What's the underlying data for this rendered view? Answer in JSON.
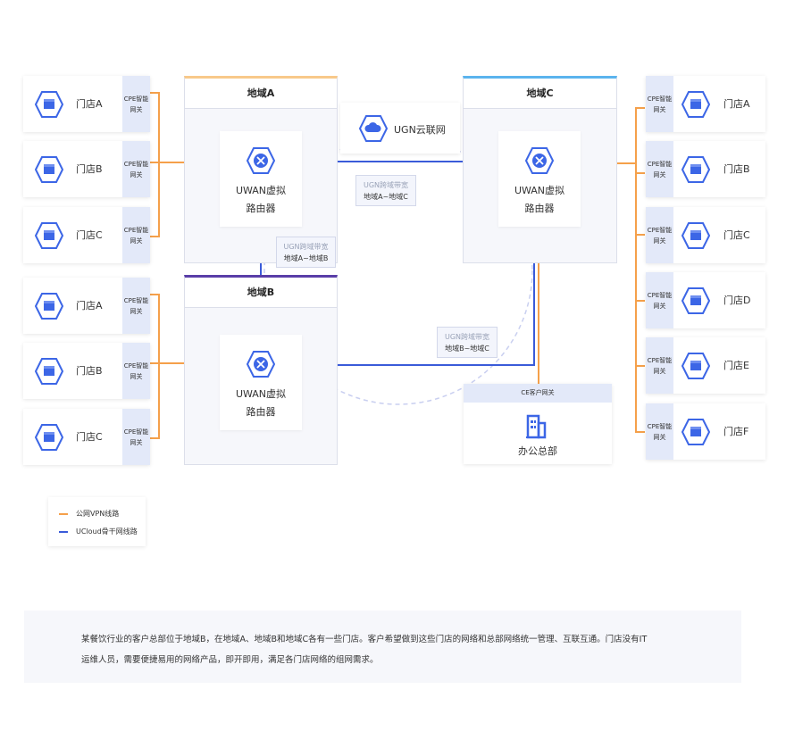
{
  "colors": {
    "public_vpn": "#f5a04a",
    "ucloud_backbone": "#3a5bd9",
    "accent_icon": "#3c66e6",
    "region_a_bar": "#f8c98a",
    "region_b_bar": "#5a3ea8",
    "region_c_bar": "#5bb4ee"
  },
  "stores_left": [
    {
      "name": "门店A",
      "cpe": "CPE智能\n网关"
    },
    {
      "name": "门店B",
      "cpe": "CPE智能\n网关"
    },
    {
      "name": "门店C",
      "cpe": "CPE智能\n网关"
    },
    {
      "name": "门店A",
      "cpe": "CPE智能\n网关"
    },
    {
      "name": "门店B",
      "cpe": "CPE智能\n网关"
    },
    {
      "name": "门店C",
      "cpe": "CPE智能\n网关"
    }
  ],
  "stores_right": [
    {
      "name": "门店A",
      "cpe": "CPE智能\n网关"
    },
    {
      "name": "门店B",
      "cpe": "CPE智能\n网关"
    },
    {
      "name": "门店C",
      "cpe": "CPE智能\n网关"
    },
    {
      "name": "门店D",
      "cpe": "CPE智能\n网关"
    },
    {
      "name": "门店E",
      "cpe": "CPE智能\n网关"
    },
    {
      "name": "门店F",
      "cpe": "CPE智能\n网关"
    }
  ],
  "regions": {
    "a": {
      "title": "地域A",
      "router_line1": "UWAN虚拟",
      "router_line2": "路由器"
    },
    "b": {
      "title": "地域B",
      "router_line1": "UWAN虚拟",
      "router_line2": "路由器"
    },
    "c": {
      "title": "地域C",
      "router_line1": "UWAN虚拟",
      "router_line2": "路由器"
    }
  },
  "ugn": {
    "label": "UGN云联网"
  },
  "bandwidth": {
    "ac": {
      "line1": "UGN跨域带宽",
      "line2": "地域A~地域C"
    },
    "ab": {
      "line1": "UGN跨域带宽",
      "line2": "地域A~地域B"
    },
    "bc": {
      "line1": "UGN跨域带宽",
      "line2": "地域B~地域C"
    }
  },
  "hq": {
    "gateway": "CE客户网关",
    "label": "办公总部"
  },
  "legend": {
    "public_vpn": "公网VPN线路",
    "ucloud_backbone": "UCloud骨干网线路"
  },
  "description": {
    "line1": "某餐饮行业的客户总部位于地域B，在地域A、地域B和地域C各有一些门店。客户希望做到这些门店的网络和总部网络统一管理、互联互通。门店没有IT",
    "line2": "运维人员，需要便捷易用的网络产品，即开即用，满足各门店网络的组网需求。"
  }
}
